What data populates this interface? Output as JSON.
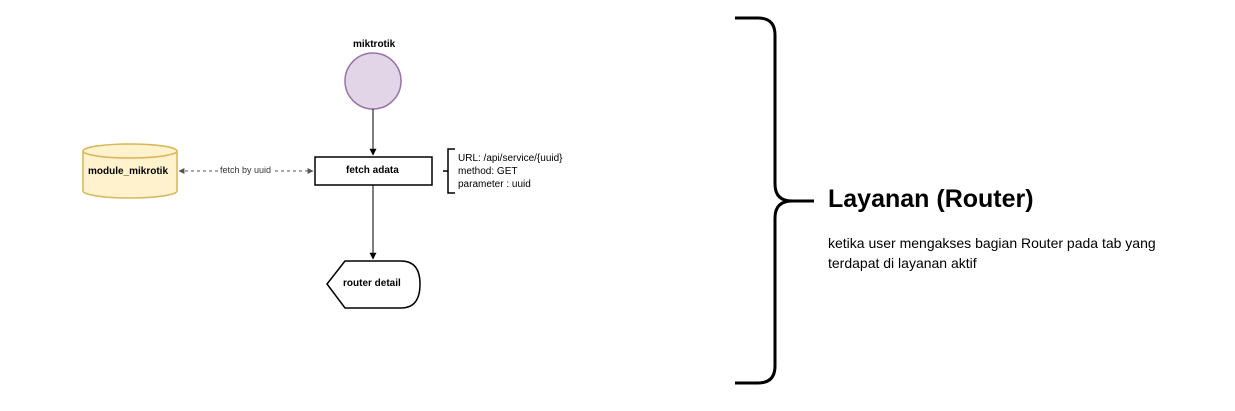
{
  "diagram": {
    "nodes": {
      "source": {
        "label": "miktrotik"
      },
      "database": {
        "label": "module_mikrotik"
      },
      "process": {
        "label": "fetch adata"
      },
      "output": {
        "label": "router detail"
      }
    },
    "edges": {
      "db_to_process": {
        "label": "fetch by uuid"
      }
    },
    "annotation": {
      "lines": [
        "URL: /api/service/{uuid}",
        "method: GET",
        "parameter : uuid"
      ]
    }
  },
  "description": {
    "title": "Layanan (Router)",
    "text": "ketika user mengakses bagian Router pada tab yang terdapat di layanan aktif"
  },
  "colors": {
    "source_fill": "#e1d5e7",
    "source_stroke": "#9673a6",
    "database_fill": "#fff2cc",
    "database_stroke": "#d6b656",
    "line": "#000000",
    "dashed_edge": "#555555"
  }
}
